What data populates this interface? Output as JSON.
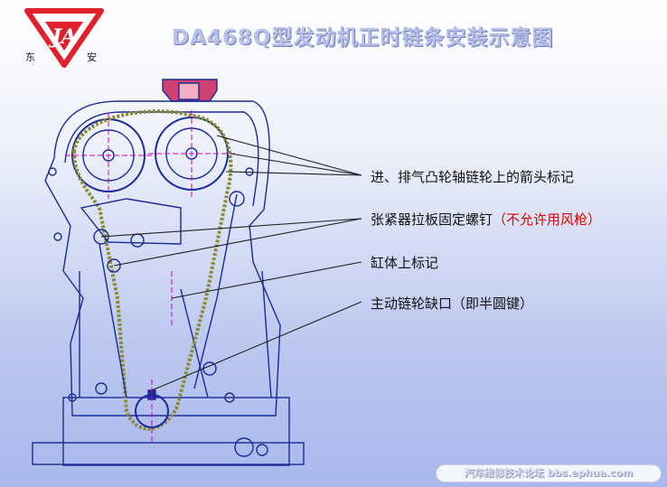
{
  "header": {
    "title": "DA468Q型发动机正时链条安装示意图",
    "logo_text_left": "东",
    "logo_text_right": "安"
  },
  "labels": {
    "camshaft_arrow": "进、排气凸轮轴链轮上的箭头标记",
    "tensioner_bolt_prefix": "张紧器拉板固定螺钉",
    "tensioner_bolt_warning": "（不允许用风枪）",
    "cylinder_mark": "缸体上标记",
    "crank_sprocket": "主动链轮缺口（即半圆键）"
  },
  "footer": {
    "watermark": "汽车维修技术论坛 bbs.ephua.com"
  },
  "colors": {
    "logo_red": "#e0202a",
    "warning_red": "#e00000",
    "part_blue": "#1a2a9a",
    "mark_magenta": "#cc00cc"
  }
}
